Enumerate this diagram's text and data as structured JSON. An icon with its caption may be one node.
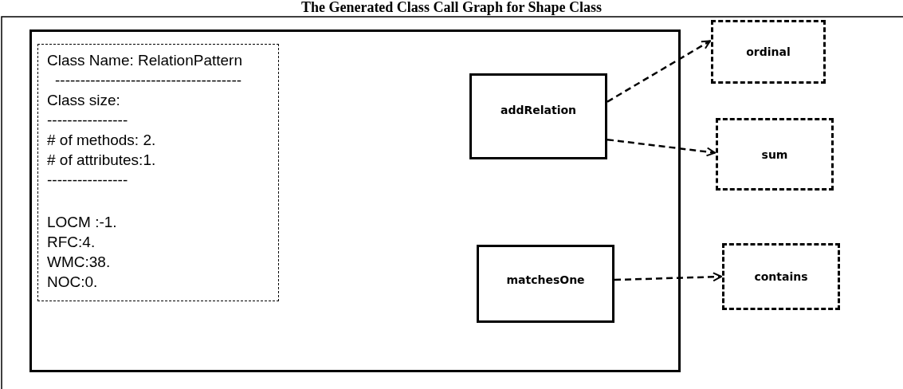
{
  "diagram": {
    "title": "The Generated Class Call Graph for Shape Class",
    "nodes": [
      {
        "text": [],
        "shape": "box"
      },
      {
        "text": [
          "Class Name: RelationPattern",
          "-------------------------------------",
          "Class size:",
          "----------------",
          "# of methods: 2.",
          "# of attributes:1.",
          "----------------",
          "LOCM :-1.",
          "RFC:4.",
          "WMC:38.",
          "NOC:0."
        ],
        "in": 0
      },
      {
        "text": [
          "addRelation"
        ],
        "in": 0
      },
      {
        "text": [
          "matchesOne"
        ],
        "in": 0
      },
      {
        "text": [
          "ordinal"
        ]
      },
      {
        "text": [
          "sum"
        ]
      },
      {
        "text": [
          "contains"
        ]
      }
    ],
    "edges": [
      {
        "from": 2,
        "to": 4,
        "arrow": "to",
        "style": "dashed"
      },
      {
        "from": 2,
        "to": 5,
        "arrow": "to",
        "style": "dashed"
      },
      {
        "from": 3,
        "to": 6,
        "arrow": "to",
        "style": "dashed"
      }
    ]
  }
}
